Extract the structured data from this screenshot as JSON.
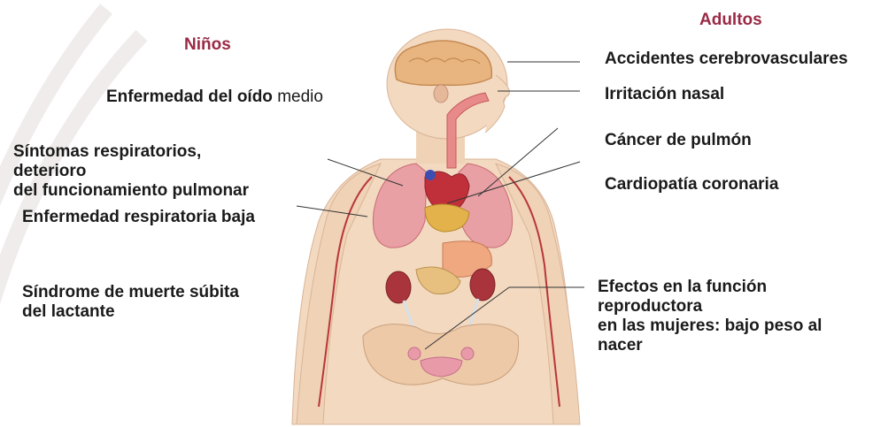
{
  "headings": {
    "children": "Niños",
    "adults": "Adultos"
  },
  "children_effects": {
    "ear": {
      "part1": "Enfermedad del oído",
      "part2": " medio"
    },
    "respiratory_lines": [
      "Síntomas respiratorios,",
      "deterioro",
      "del funcionamiento pulmonar"
    ],
    "lower_respiratory": "Enfermedad respiratoria baja",
    "sids_lines": [
      "Síndrome de muerte súbita",
      "del lactante"
    ]
  },
  "adult_effects": {
    "stroke": "Accidentes cerebrovasculares",
    "nasal": "Irritación nasal",
    "lung_cancer": "Cáncer de pulmón",
    "heart": "Cardiopatía coronaria",
    "reproductive_lines": [
      "Efectos en la función",
      "reproductora",
      "en las mujeres: bajo peso al",
      "nacer"
    ]
  },
  "colors": {
    "heading": "#9a2a45",
    "skin": "#f3d9c0",
    "lung": "#e9a0a5",
    "heart": "#c0303a",
    "brain": "#e8b580",
    "leader_line": "#333333"
  }
}
